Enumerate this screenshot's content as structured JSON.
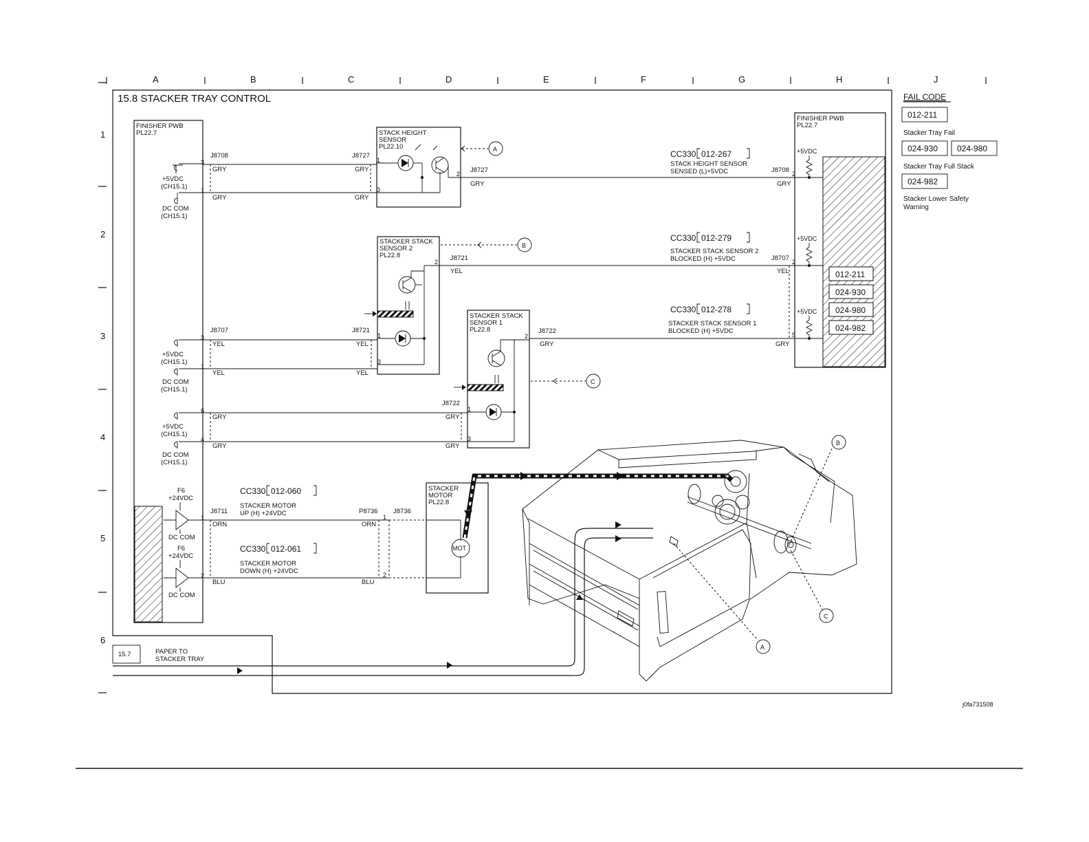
{
  "columns": [
    "A",
    "B",
    "C",
    "D",
    "E",
    "F",
    "G",
    "H",
    "J"
  ],
  "rows": [
    "1",
    "2",
    "3",
    "4",
    "5",
    "6"
  ],
  "title": "15.8 STACKER TRAY CONTROL",
  "finisher_pwb_left": {
    "name": "FINISHER PWB",
    "part": "PL22.7"
  },
  "finisher_pwb_right": {
    "name": "FINISHER PWB",
    "part": "PL22.7"
  },
  "power": {
    "v5": "+5VDC",
    "ch": "(CH15.1)",
    "dccom": "DC COM",
    "f6": "F6",
    "v24": "+24VDC"
  },
  "stack_height_sensor": {
    "name": [
      "STACK HEIGHT",
      "SENSOR",
      "PL22.10"
    ],
    "conn_left": "J8708",
    "conn_mid": "J8727",
    "conn_right": "J8727",
    "conn_pwb": "J8708",
    "wire": "GRY",
    "cc_code": "CC330",
    "fail_code": "012-267",
    "signal": [
      "STACK HEIGHT SENSOR",
      "SENSED (L)+5VDC"
    ]
  },
  "stacker_stack_sensor_2": {
    "name": [
      "STACKER STACK",
      "SENSOR 2",
      "PL22.8"
    ],
    "conn_right": "J8721",
    "conn_pwb": "J8707",
    "wire": "YEL",
    "cc_code": "CC330",
    "fail_code": "012-279",
    "signal": [
      "STACKER STACK SENSOR 2",
      "BLOCKED (H) +5VDC"
    ]
  },
  "stacker_stack_sensor_1": {
    "name": [
      "STACKER STACK",
      "SENSOR 1",
      "PL22.8"
    ],
    "conn_right": "J8722",
    "wire": "GRY",
    "cc_code": "CC330",
    "fail_code": "012-278",
    "signal": [
      "STACKER STACK SENSOR 1",
      "BLOCKED (H) +5VDC"
    ]
  },
  "sensor2_power": {
    "conn_left": "J8707",
    "conn_mid": "J8721",
    "wire": "YEL"
  },
  "sensor1_power": {
    "conn_mid": "J8722",
    "wire": "GRY"
  },
  "stacker_motor": {
    "name": [
      "STACKER",
      "MOTOR",
      "PL22.8"
    ],
    "symbol": "MOT",
    "conn_left": "J8711",
    "conn_mid": "P8736",
    "conn_right": "J8736",
    "up": {
      "cc_code": "CC330",
      "fail_code": "012-060",
      "signal": [
        "STACKER MOTOR",
        "UP (H) +24VDC"
      ],
      "wire": "ORN"
    },
    "down": {
      "cc_code": "CC330",
      "fail_code": "012-061",
      "signal": [
        "STACKER MOTOR",
        "DOWN (H) +24VDC"
      ],
      "wire": "BLU"
    }
  },
  "markers": {
    "a": "A",
    "b": "B",
    "c": "C"
  },
  "paper": {
    "ref": "15.7",
    "label": [
      "PAPER TO",
      "STACKER TRAY"
    ]
  },
  "fail_codes": {
    "heading": "FAIL CODE",
    "entries": [
      {
        "codes": [
          "012-211"
        ],
        "desc": [
          "Stacker Tray Fail"
        ]
      },
      {
        "codes": [
          "024-930",
          "024-980"
        ],
        "desc": [
          "Stacker Tray Full Stack"
        ]
      },
      {
        "codes": [
          "024-982"
        ],
        "desc": [
          "Stacker Lower Safety",
          "Warning"
        ]
      }
    ]
  },
  "pwb_codes": [
    "012-211",
    "024-930",
    "024-980",
    "024-982"
  ],
  "pins": {
    "p1": "1",
    "p2": "2",
    "p3": "3",
    "p4": "4",
    "p5": "5",
    "p6": "6"
  },
  "figure_id": "j0fa731508"
}
